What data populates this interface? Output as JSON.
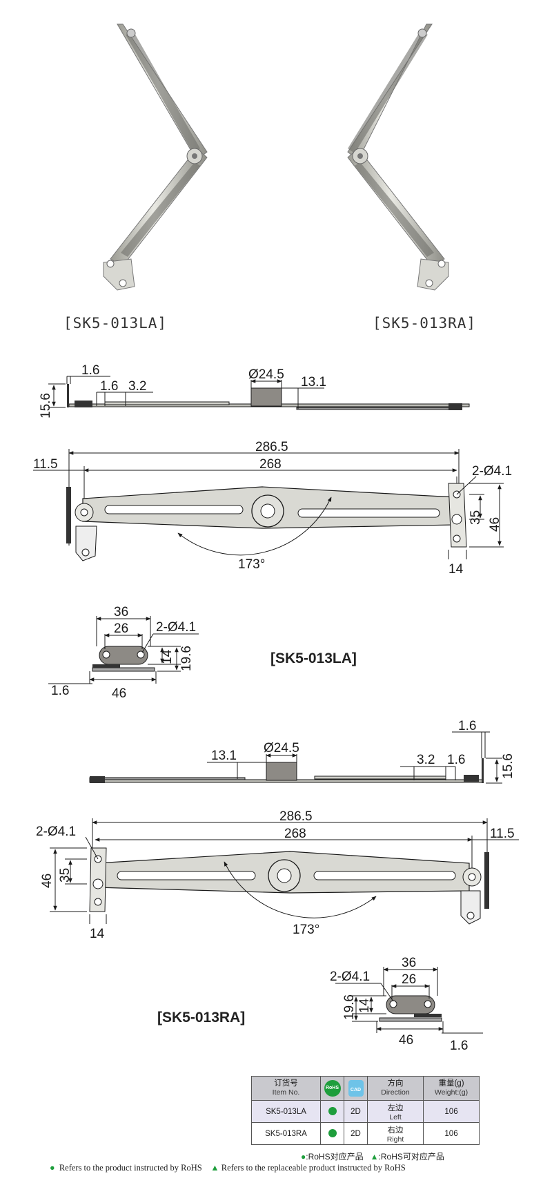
{
  "product_captions": {
    "left": "[SK5-013LA]",
    "right": "[SK5-013RA]"
  },
  "colors": {
    "line": "#1a1a1a",
    "metal": "#c8c8c2",
    "rohs_green": "#1e9e3c",
    "cad_blue": "#6ec3e8",
    "table_header": "#c9c9ce"
  },
  "la": {
    "side": {
      "d1": "1.6",
      "d2": "15.6",
      "d3": "1.6",
      "d4": "3.2",
      "d5": "Ø24.5",
      "d6": "13.1"
    },
    "top": {
      "overall": "286.5",
      "span": "268",
      "offset": "11.5",
      "holes": "2-Ø4.1",
      "h1": "35",
      "h2": "46",
      "w": "14",
      "angle": "173°"
    },
    "end": {
      "w1": "36",
      "w2": "26",
      "holes": "2-Ø4.1",
      "h1": "14",
      "h2": "19.6",
      "t": "1.6",
      "base": "46"
    },
    "model": "[SK5-013LA]"
  },
  "ra": {
    "side": {
      "d1": "1.6",
      "d2": "15.6",
      "d3": "1.6",
      "d4": "3.2",
      "d5": "Ø24.5",
      "d6": "13.1"
    },
    "top": {
      "overall": "286.5",
      "span": "268",
      "offset": "11.5",
      "holes": "2-Ø4.1",
      "h1": "35",
      "h2": "46",
      "w": "14",
      "angle": "173°"
    },
    "end": {
      "w1": "36",
      "w2": "26",
      "holes": "2-Ø4.1",
      "h1": "14",
      "h2": "19.6",
      "t": "1.6",
      "base": "46"
    },
    "model": "[SK5-013RA]"
  },
  "table": {
    "headers": {
      "item_cn": "订货号",
      "item_en": "Item No.",
      "rohs": "RoHS",
      "cad": "CAD",
      "dir_cn": "方向",
      "dir_en": "Direction",
      "weight_cn": "重量(g)",
      "weight_en": "Weight:(g)"
    },
    "rows": [
      {
        "item": "SK5-013LA",
        "cad": "2D",
        "dir_cn": "左边",
        "dir_en": "Left",
        "weight": "106"
      },
      {
        "item": "SK5-013RA",
        "cad": "2D",
        "dir_cn": "右边",
        "dir_en": "Right",
        "weight": "106"
      }
    ]
  },
  "legend": {
    "rohs_cn": ":RoHS对应产品",
    "replace_cn": ":RoHS可对应产品",
    "rohs_en": "Refers to the product instructed by RoHS",
    "replace_en": "Refers to the replaceable product instructed by RoHS"
  }
}
